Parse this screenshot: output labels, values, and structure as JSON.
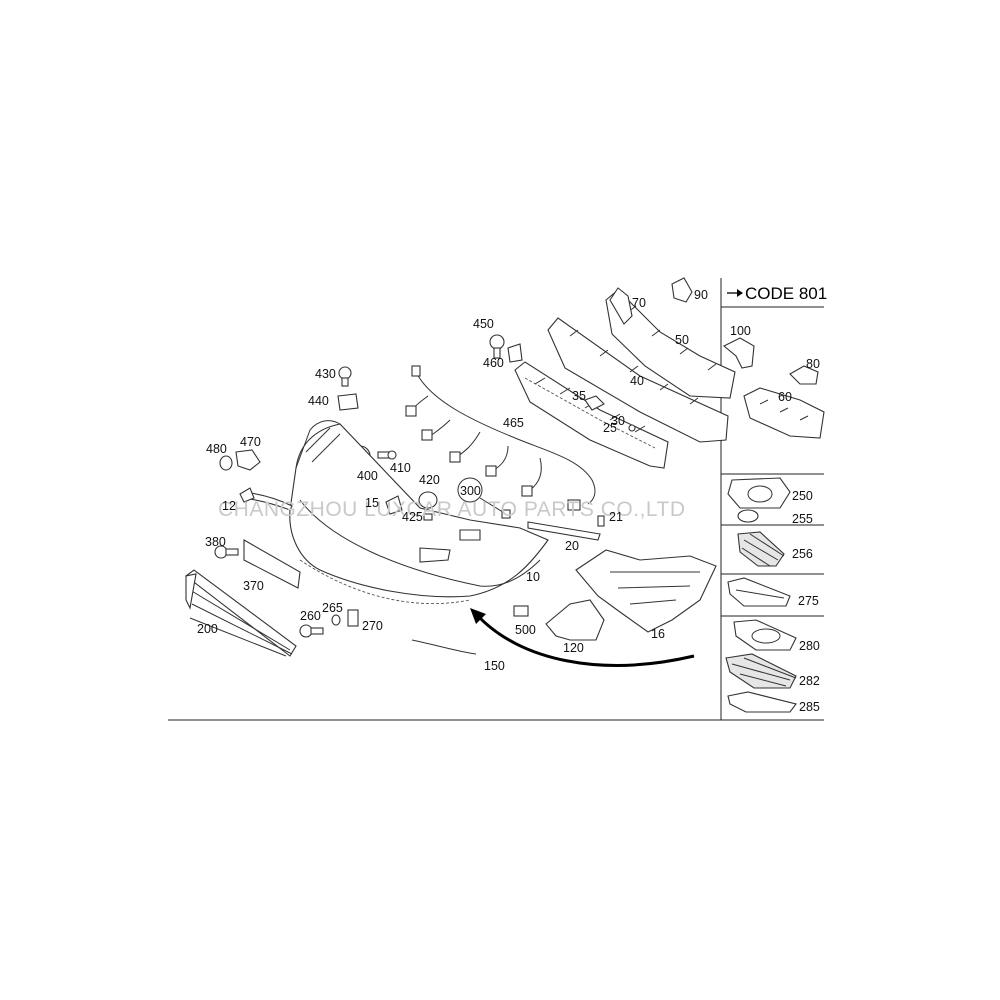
{
  "code_label": "CODE 801",
  "watermark": "CHANGZHOU LUXCAR AUTO PARTS CO.,LTD",
  "labels": {
    "p10": "10",
    "p12": "12",
    "p15": "15",
    "p16": "16",
    "p20": "20",
    "p21": "21",
    "p25": "25",
    "p30": "30",
    "p35": "35",
    "p40": "40",
    "p50": "50",
    "p60": "60",
    "p70": "70",
    "p80": "80",
    "p90": "90",
    "p100": "100",
    "p120": "120",
    "p150": "150",
    "p200": "200",
    "p250": "250",
    "p255": "255",
    "p256": "256",
    "p260": "260",
    "p265": "265",
    "p270": "270",
    "p275": "275",
    "p280": "280",
    "p282": "282",
    "p285": "285",
    "p300": "300",
    "p370": "370",
    "p380": "380",
    "p400": "400",
    "p410": "410",
    "p420": "420",
    "p425": "425",
    "p430": "430",
    "p440": "440",
    "p450": "450",
    "p460": "460",
    "p465": "465",
    "p470": "470",
    "p480": "480",
    "p500": "500"
  }
}
